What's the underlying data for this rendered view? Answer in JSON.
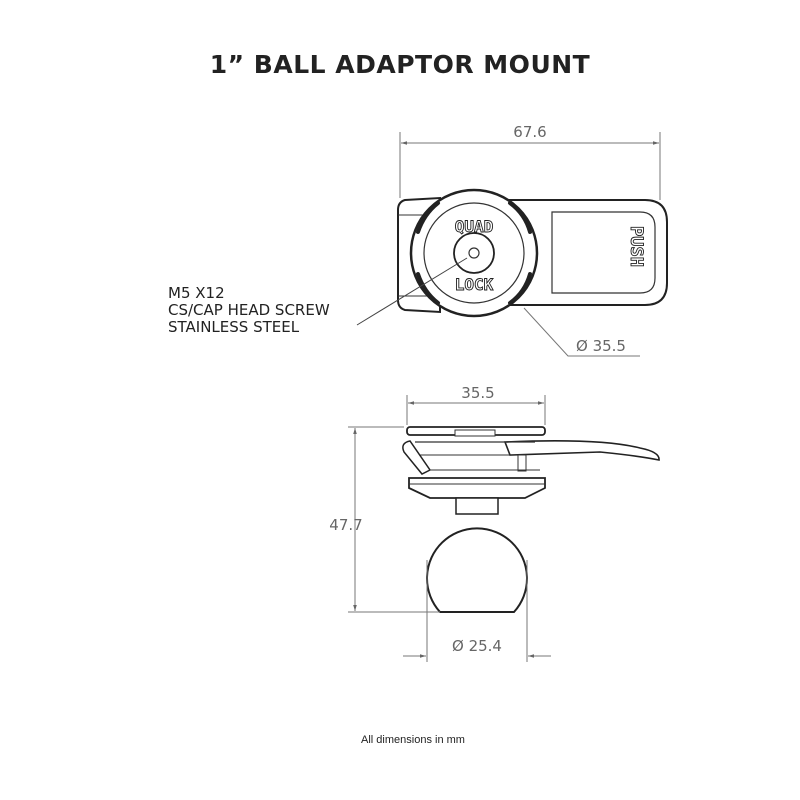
{
  "title": "1” BALL ADAPTOR MOUNT",
  "callout": {
    "lines": [
      "M5 X12",
      "CS/CAP HEAD SCREW",
      "STAINLESS STEEL"
    ]
  },
  "top_view": {
    "width_dim": "67.6",
    "diameter_dim": "Ø 35.5",
    "logo_top": "QUAD",
    "logo_bottom": "LOCK",
    "lever_text": "PUSH"
  },
  "side_view": {
    "width_dim": "35.5",
    "height_dim": "47.7",
    "ball_dim": "Ø 25.4"
  },
  "footer": "All dimensions in mm"
}
